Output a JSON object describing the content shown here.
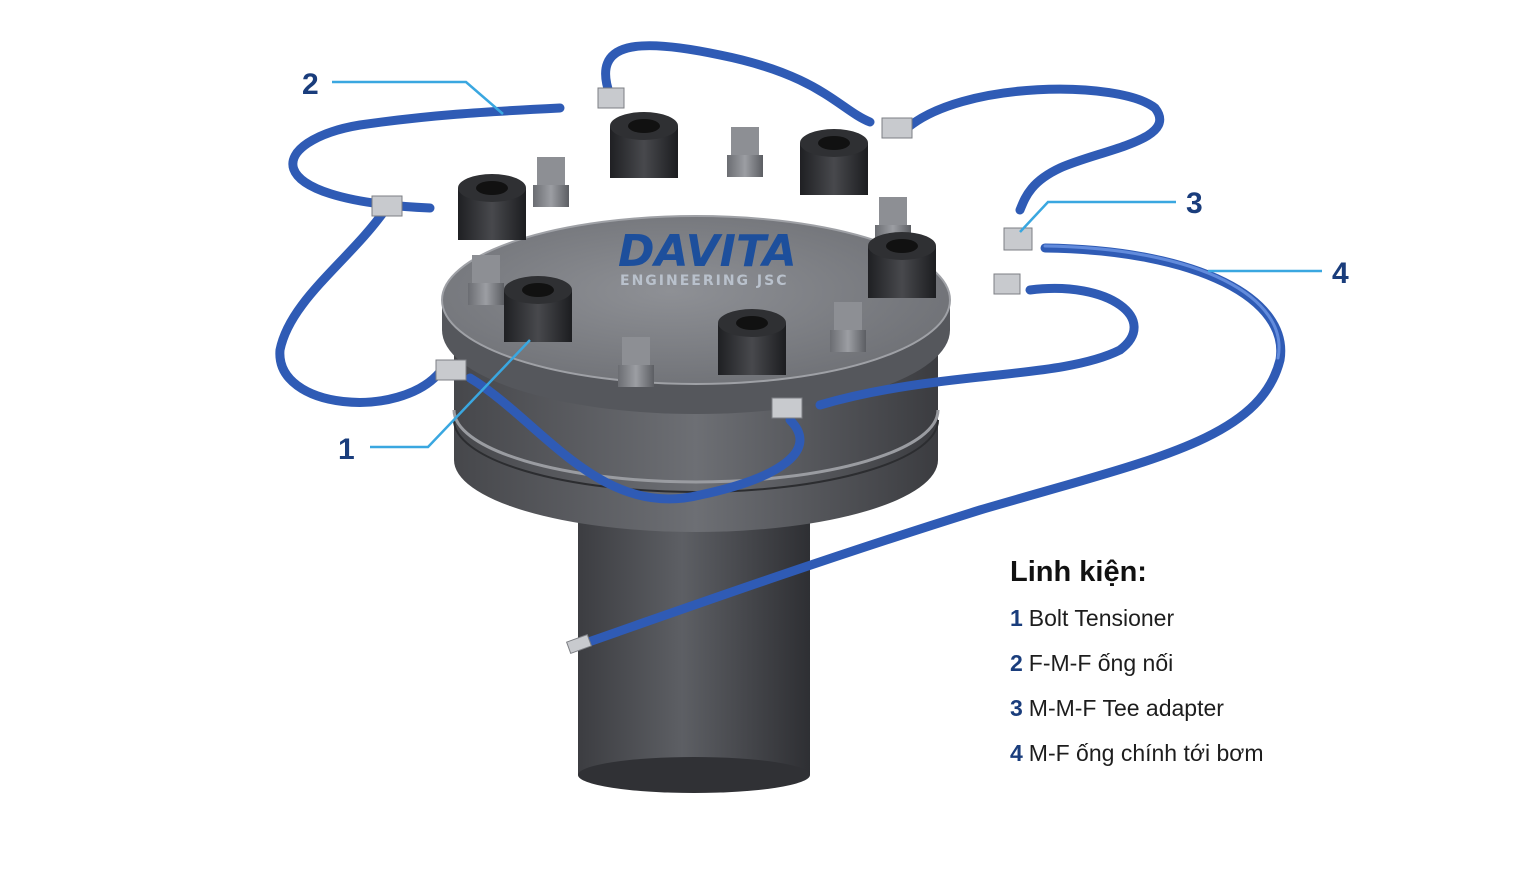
{
  "brand": {
    "name": "DAVITA",
    "subtitle": "ENGINEERING JSC"
  },
  "callouts": [
    {
      "id": "1",
      "label": "1"
    },
    {
      "id": "2",
      "label": "2"
    },
    {
      "id": "3",
      "label": "3"
    },
    {
      "id": "4",
      "label": "4"
    }
  ],
  "legend": {
    "title": "Linh kiện:",
    "items": [
      {
        "num": "1",
        "text": "Bolt Tensioner"
      },
      {
        "num": "2",
        "text": "F-M-F ống nối"
      },
      {
        "num": "3",
        "text": "M-M-F Tee adapter"
      },
      {
        "num": "4",
        "text": "M-F ống chính tới bơm"
      }
    ]
  },
  "colors": {
    "accent": "#1a3d7c",
    "leader": "#3aa7e0",
    "hose": "#2f5bb5",
    "flange": "#6e7075",
    "tensioner": "#2b2c2f"
  }
}
